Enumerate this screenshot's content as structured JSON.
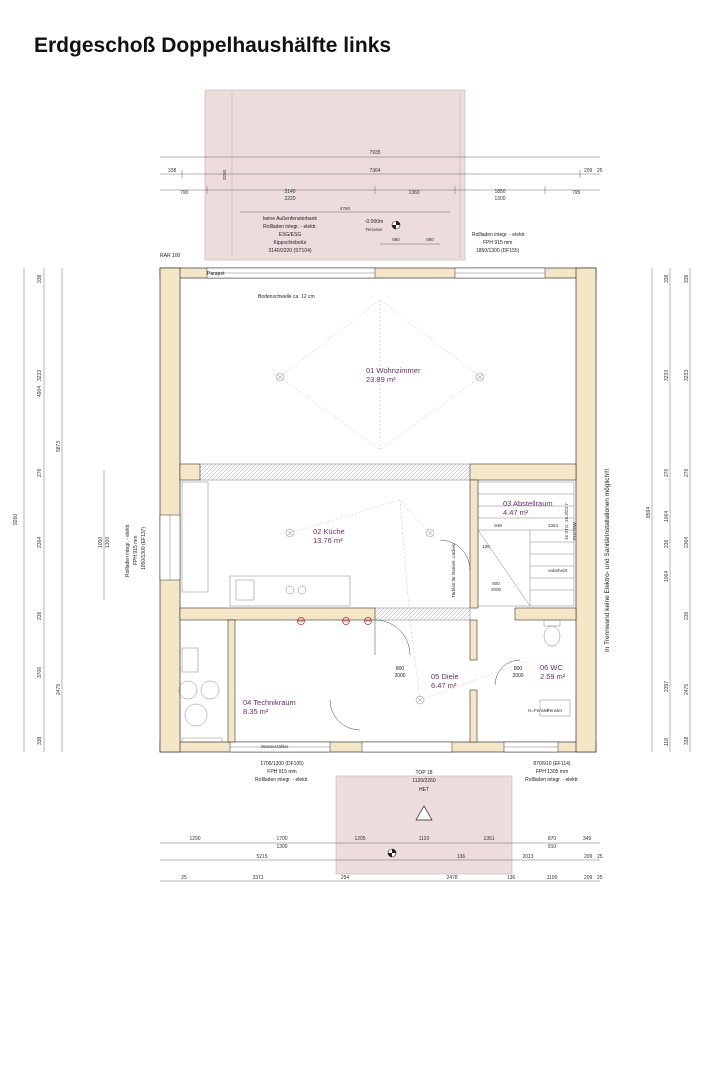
{
  "title": "Erdgeschoß Doppelhaushälfte links",
  "rooms": [
    {
      "name": "01 Wohnzimmer",
      "area": "23.89 m²"
    },
    {
      "name": "02 Küche",
      "area": "13.76 m²"
    },
    {
      "name": "03 Abstellraum",
      "area": "4.47 m²"
    },
    {
      "name": "04 Technikraum",
      "area": "8.35 m²"
    },
    {
      "name": "05 Diele",
      "area": "6.47 m²"
    },
    {
      "name": "06 WC",
      "area": "2.59 m²"
    }
  ],
  "top_dims": {
    "row1": [
      "7935"
    ],
    "row2": [
      "338",
      "7364",
      "209",
      "25"
    ],
    "row3": [
      "790",
      "3140",
      "2220",
      "1360",
      "1850",
      "1300",
      "795"
    ],
    "terrace_width": "4760",
    "terrace_depth": "3250"
  },
  "bottom_dims": {
    "row1": [
      "1290",
      "1700",
      "1300",
      "1205",
      "1120",
      "1351",
      "870",
      "910",
      "349"
    ],
    "row2": [
      "5215",
      "136",
      "2013",
      "209",
      "25"
    ],
    "row3": [
      "25",
      "3371",
      "254",
      "2478",
      "136",
      "1100",
      "209",
      "25"
    ]
  },
  "left_dims": {
    "outer": [
      "9260"
    ],
    "mid": [
      "4904",
      "5873",
      "3706"
    ],
    "inner": [
      "338",
      "3233",
      "276",
      "2364",
      "236",
      "2475",
      "338"
    ],
    "window": [
      "1050",
      "1300"
    ]
  },
  "right_dims": {
    "mid": [
      "8594"
    ],
    "inner": [
      "338",
      "3233",
      "276",
      "1064",
      "236",
      "1064",
      "2397",
      "118"
    ],
    "outer": [
      "338",
      "3233",
      "276",
      "2364",
      "236",
      "2475",
      "338"
    ]
  },
  "annotations": {
    "terrace_window": [
      "keine Außenfensterbank",
      "Rollladen integr. - elektr.",
      "ESG/ESG",
      "Kippschiebetür",
      "3140/2220 (ST104)"
    ],
    "terrace_level": [
      "-0.000m",
      "Terrasse"
    ],
    "terrace_sub": [
      "880",
      "880"
    ],
    "window_right_top": [
      "Rollladen integr. - elektr.",
      "FPH 915 mm",
      "1850/1300 (DF155)"
    ],
    "rar": "RAR 100",
    "parapet": "Parapet",
    "threshold": "Bodenschwelle ca. 12 cm",
    "window_left": [
      "Rollladen integr. - elektr.",
      "FPH 915 mm",
      "1050/1300 (EF137)"
    ],
    "window_bottom_left": [
      "1700/1300 (DF105)",
      "FPH 915 mm",
      "Rollladen integr. - elektr."
    ],
    "window_bottom_right": [
      "870/910 (EF114)",
      "FPH 1305 mm",
      "Rollladen integr. - elektr."
    ],
    "door_main": [
      "TOP 18",
      "1120/2260",
      "HET"
    ],
    "door_800_a": [
      "800",
      "2000"
    ],
    "door_800_b": [
      "800",
      "2000"
    ],
    "door_800_c": [
      "800",
      "2000"
    ],
    "stairs": [
      "16 STG. 18.3/23.7",
      "FH220W"
    ],
    "stair_dims": [
      "136",
      "949",
      "1064"
    ],
    "unbeheizt": "unbeheizt",
    "tuerblatt": "Türblatt für Ratnett. Lücken",
    "h_fenster": "H=Fenster",
    "wasserzaehler": "Wasserzähler",
    "fenster_label": "Fenster",
    "side_note": "In Trennwand keine Elektro- und Sanitärinstallationen möglich!!!"
  }
}
